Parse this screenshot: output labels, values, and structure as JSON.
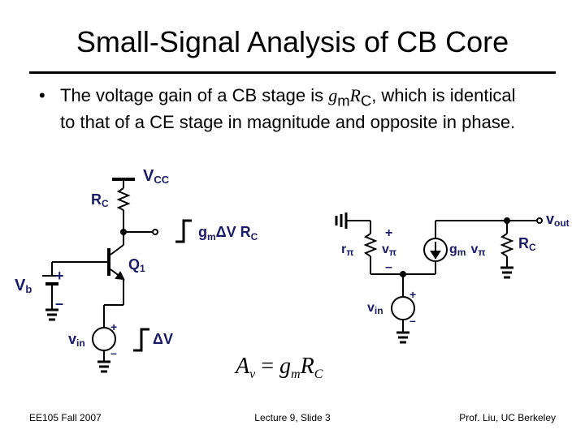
{
  "slide": {
    "title": "Small-Signal Analysis of CB Core",
    "bullet": {
      "marker": "•",
      "text_a": "The voltage gain of a CB stage is ",
      "gm_g": "g",
      "gm_m": "m",
      "rc_r": "R",
      "rc_c": "C",
      "text_b": ", which is identical to that of a CE stage in magnitude and opposite in phase."
    }
  },
  "left_circuit": {
    "vcc": "V",
    "vcc_sub": "CC",
    "rc": "R",
    "rc_sub": "C",
    "q1": "Q",
    "q1_sub": "1",
    "vb": "V",
    "vb_sub": "b",
    "vin": "v",
    "vin_sub": "in",
    "plus": "+",
    "minus": "–",
    "out_label": "g",
    "out_label_sub": "m",
    "out_label_rest": "ΔV R",
    "out_label_sub2": "C",
    "in_label": "ΔV"
  },
  "right_circuit": {
    "vout": "v",
    "vout_sub": "out",
    "rpi": "r",
    "rpi_sub": "π",
    "vpi": "v",
    "vpi_sub": "π",
    "gm": "g",
    "gm_sub": "m",
    "gm_v": "v",
    "gm_vsub": "π",
    "rc": "R",
    "rc_sub": "C",
    "vin": "v",
    "vin_sub": "in",
    "plus": "+",
    "minus": "–"
  },
  "equation": {
    "a": "A",
    "a_sub": "v",
    "eq": " = ",
    "g": "g",
    "g_sub": "m",
    "r": "R",
    "r_sub": "C"
  },
  "footer": {
    "left": "EE105 Fall 2007",
    "center": "Lecture 9, Slide 3",
    "right": "Prof. Liu, UC Berkeley"
  }
}
